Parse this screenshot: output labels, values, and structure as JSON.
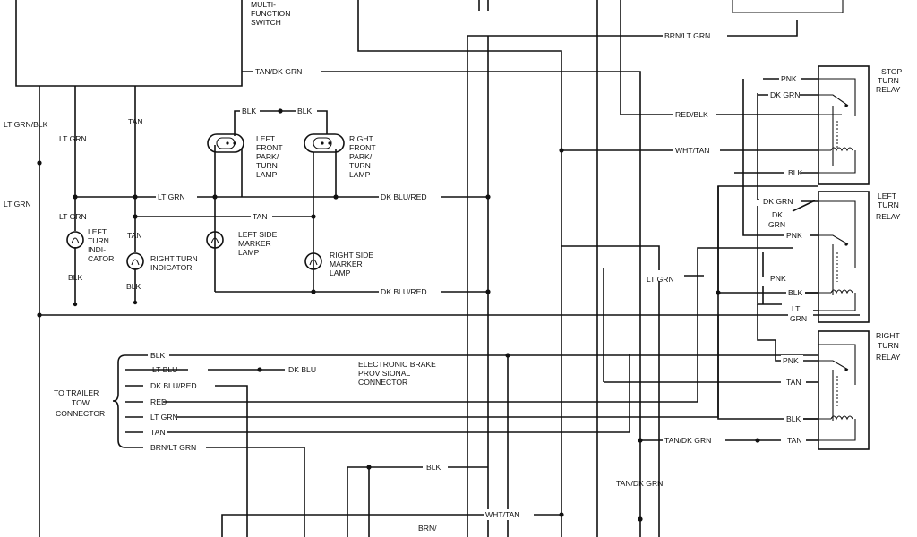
{
  "diagram": {
    "labels": {
      "multi_function_switch": [
        "MULTI-",
        "FUNCTION",
        "SWITCH"
      ],
      "brn_lt_grn": "BRN/LT GRN",
      "tan_dk_grn": "TAN/DK GRN",
      "red_blk": "RED/BLK",
      "wht_tan": "WHT/TAN",
      "lt_grn_blk": "LT GRN/BLK",
      "lt_grn": "LT GRN",
      "tan": "TAN",
      "blk": "BLK",
      "pnk": "PNK",
      "dk_grn": "DK GRN",
      "dk_grn_stack": [
        "DK",
        "GRN"
      ],
      "lt_grn_stack": [
        "LT",
        "GRN"
      ],
      "dk_blu_red": "DK BLU/RED",
      "lt_blu": "LT BLU",
      "dk_blu": "DK BLU",
      "red": "RED",
      "brn_partial": "BRN/",
      "stop_turn_relay": [
        "STOP",
        "TURN",
        "RELAY"
      ],
      "left_turn_relay": [
        "LEFT",
        "TURN",
        "RELAY"
      ],
      "right_turn_relay": [
        "RIGHT",
        "TURN",
        "RELAY"
      ],
      "left_front_lamp": [
        "LEFT",
        "FRONT",
        "PARK/",
        "TURN",
        "LAMP"
      ],
      "right_front_lamp": [
        "RIGHT",
        "FRONT",
        "PARK/",
        "TURN",
        "LAMP"
      ],
      "left_turn_indicator": [
        "LEFT",
        "TURN",
        "INDI-",
        "CATOR"
      ],
      "right_turn_indicator": [
        "RIGHT TURN",
        "INDICATOR"
      ],
      "left_side_marker": [
        "LEFT SIDE",
        "MARKER",
        "LAMP"
      ],
      "right_side_marker": [
        "RIGHT SIDE",
        "MARKER",
        "LAMP"
      ],
      "electronic_brake": [
        "ELECTRONIC BRAKE",
        "PROVISIONAL",
        "CONNECTOR"
      ],
      "trailer_tow": [
        "TO TRAILER",
        "TOW",
        "CONNECTOR"
      ]
    }
  }
}
